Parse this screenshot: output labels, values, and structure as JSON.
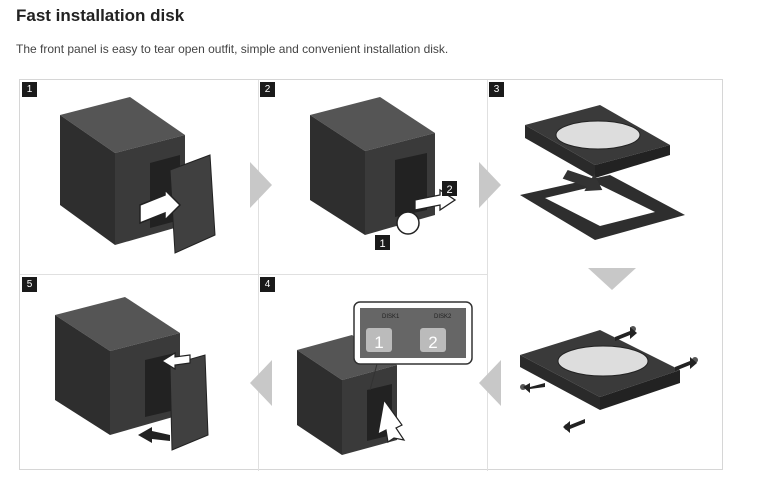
{
  "header": {
    "title": "Fast installation disk",
    "subtitle": "The front panel is easy to tear open outfit, simple and convenient installation disk."
  },
  "steps": [
    {
      "number": "1"
    },
    {
      "number": "2"
    },
    {
      "number": "3"
    },
    {
      "number": "4"
    },
    {
      "number": "5"
    }
  ],
  "callouts": {
    "step2_a": "1",
    "step2_b": "2",
    "step4_bay1_label": "DISK1",
    "step4_bay2_label": "DISK2",
    "step4_bay1_num": "1",
    "step4_bay2_num": "2"
  },
  "colors": {
    "device_dark": "#2e2e2e",
    "device_mid": "#4a4a4a",
    "arrow_gray": "#c8c8c8"
  }
}
